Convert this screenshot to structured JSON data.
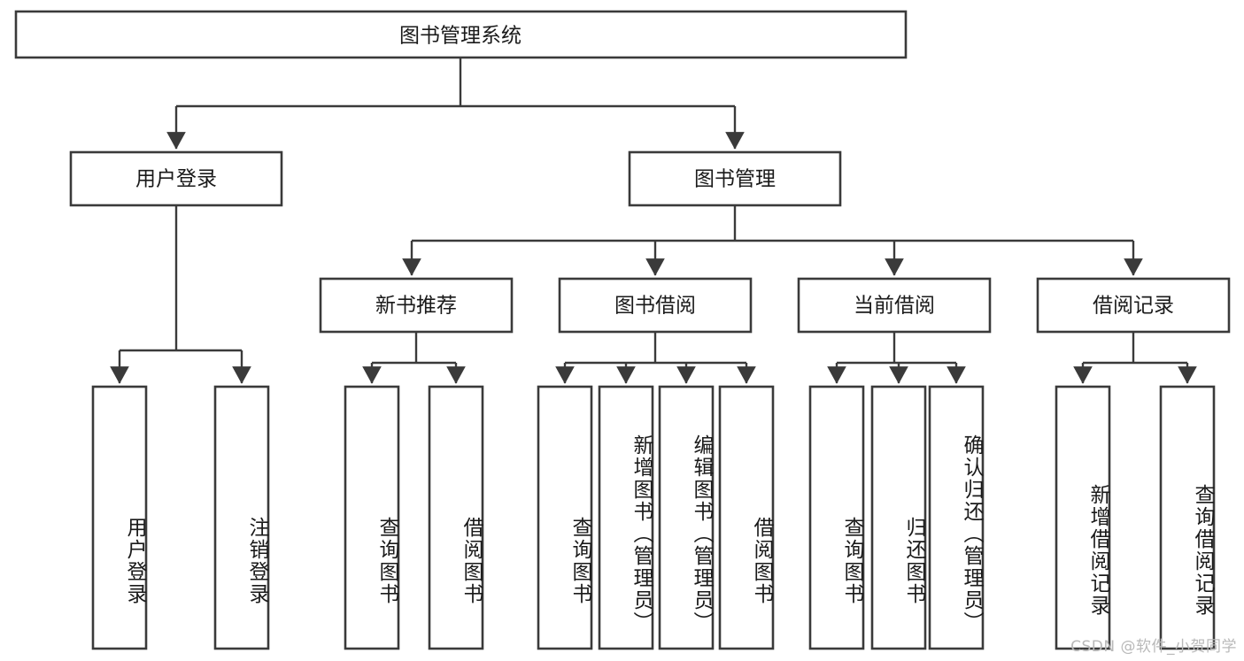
{
  "diagram": {
    "type": "tree",
    "title": "图书管理系统",
    "orientation": "top-down",
    "watermark": "CSDN @软件_小贺同学",
    "colors": {
      "box_stroke": "#3a3a3a",
      "box_fill": "#ffffff",
      "connector": "#3a3a3a",
      "text": "#1a1a1a",
      "watermark": "#b9b9b9",
      "background": "#ffffff"
    },
    "nodes": {
      "root": {
        "label": "图书管理系统"
      },
      "level2": [
        {
          "id": "user-login",
          "label": "用户登录"
        },
        {
          "id": "book-manage",
          "label": "图书管理"
        }
      ],
      "level3": [
        {
          "id": "new-book-rec",
          "label": "新书推荐"
        },
        {
          "id": "book-borrow",
          "label": "图书借阅"
        },
        {
          "id": "current-borrow",
          "label": "当前借阅"
        },
        {
          "id": "borrow-record",
          "label": "借阅记录"
        }
      ],
      "leaves": {
        "user-login": [
          {
            "id": "leaf-user-login",
            "label": "用户登录"
          },
          {
            "id": "leaf-logout",
            "label": "注销登录"
          }
        ],
        "new-book-rec": [
          {
            "id": "leaf-query-book-1",
            "label": "查询图书"
          },
          {
            "id": "leaf-borrow-book-1",
            "label": "借阅图书"
          }
        ],
        "book-borrow": [
          {
            "id": "leaf-query-book-2",
            "label": "查询图书"
          },
          {
            "id": "leaf-add-book",
            "label": "新增图书（管理员）"
          },
          {
            "id": "leaf-edit-book",
            "label": "编辑图书（管理员）"
          },
          {
            "id": "leaf-borrow-book-2",
            "label": "借阅图书"
          }
        ],
        "current-borrow": [
          {
            "id": "leaf-query-book-3",
            "label": "查询图书"
          },
          {
            "id": "leaf-return-book",
            "label": "归还图书"
          },
          {
            "id": "leaf-confirm-return",
            "label": "确认归还（管理员）"
          }
        ],
        "borrow-record": [
          {
            "id": "leaf-add-record",
            "label": "新增借阅记录"
          },
          {
            "id": "leaf-query-record",
            "label": "查询借阅记录"
          }
        ]
      }
    }
  }
}
